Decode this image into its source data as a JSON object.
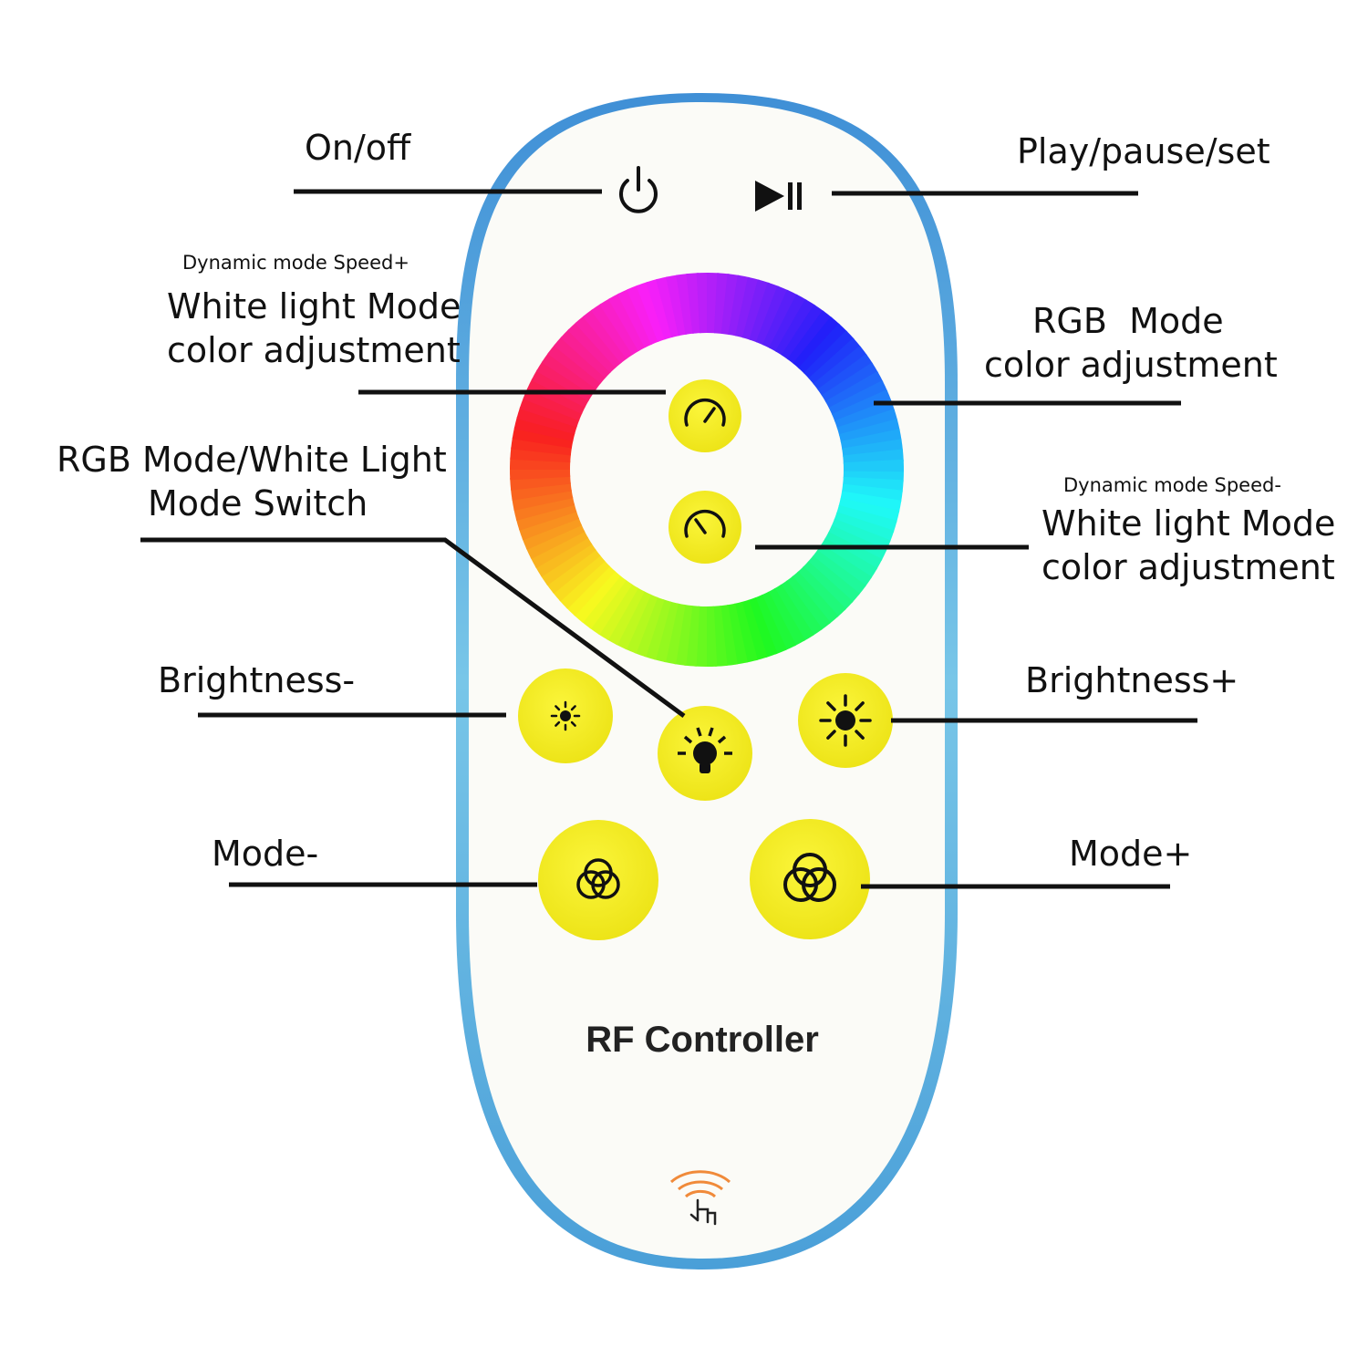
{
  "device": {
    "brand_text": "RF Controller",
    "body_color": "#fbfbf7",
    "edge_color": "#4a9fd8",
    "button_color": "#f5ee1d"
  },
  "labels": {
    "on_off": "On/off",
    "play_pause_set": "Play/pause/set",
    "speed_plus_small": "Dynamic mode Speed+",
    "white_mode_left_line1": "White light Mode",
    "white_mode_left_line2": "color adjustment",
    "rgb_mode_line1": "RGB  Mode",
    "rgb_mode_line2": "color adjustment",
    "switch_line1": "RGB Mode/White Light",
    "switch_line2": "Mode Switch",
    "speed_minus_small": "Dynamic mode Speed-",
    "white_mode_right_line1": "White light Mode",
    "white_mode_right_line2": "color adjustment",
    "brightness_minus": "Brightness-",
    "brightness_plus": "Brightness+",
    "mode_minus": "Mode-",
    "mode_plus": "Mode+"
  },
  "icons": {
    "power": "power-icon",
    "play_pause": "play-pause-icon",
    "speed_up": "speedometer-high-icon",
    "speed_down": "speedometer-low-icon",
    "brightness_down": "small-sun-icon",
    "brightness_up": "large-sun-icon",
    "switch": "light-bulb-icon",
    "mode": "three-circles-icon",
    "touch": "touch-wave-icon"
  }
}
